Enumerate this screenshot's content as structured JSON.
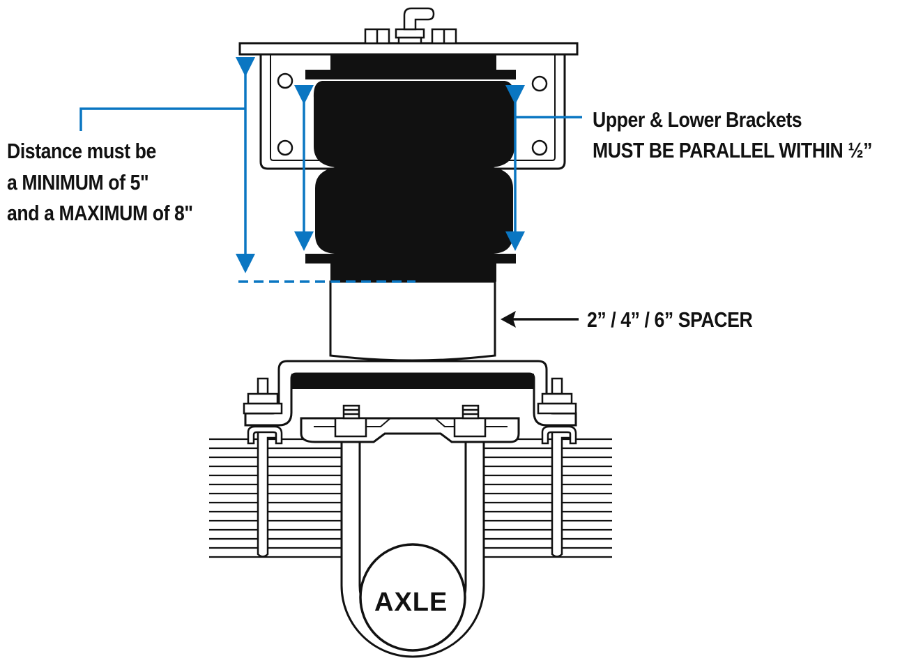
{
  "callouts": {
    "distance": {
      "line1": "Distance must be",
      "line2": "a MINIMUM of 5\"",
      "line3": "and a MAXIMUM of 8\""
    },
    "brackets": {
      "line1": "Upper & Lower Brackets",
      "line2": "MUST BE PARALLEL WITHIN ½”"
    },
    "spacer": "2” / 4” / 6” SPACER",
    "axle": "AXLE"
  },
  "colors": {
    "dimension_lines": "#0a76c2",
    "ink": "#111111",
    "background": "#ffffff"
  },
  "icons": [
    "air-fitting-icon",
    "dimension-arrow-icon",
    "pointer-arrow-icon"
  ]
}
